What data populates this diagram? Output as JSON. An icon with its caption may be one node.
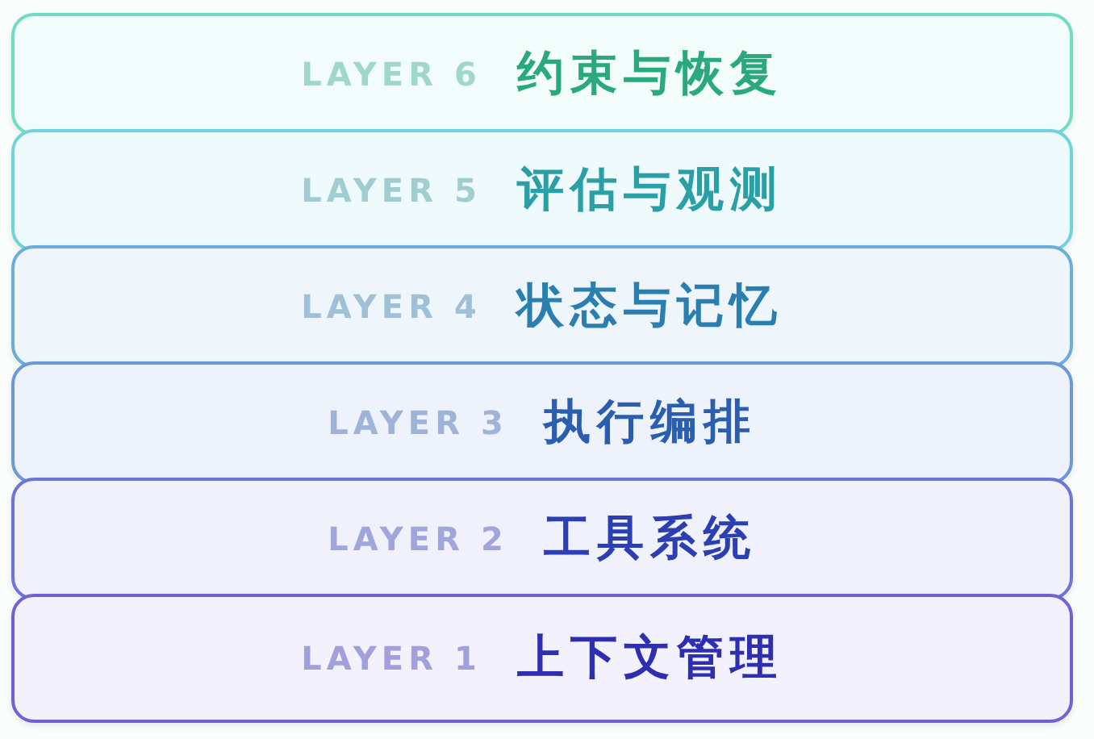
{
  "diagram": {
    "nodes": [
      {
        "text": [
          "LAYER 6",
          "约束与恢复"
        ]
      },
      {
        "text": [
          "LAYER 5",
          "评估与观测"
        ]
      },
      {
        "text": [
          "LAYER 4",
          "状态与记忆"
        ]
      },
      {
        "text": [
          "LAYER 3",
          "执行编排"
        ]
      },
      {
        "text": [
          "LAYER 2",
          "工具系统"
        ]
      },
      {
        "text": [
          "LAYER 1",
          "上下文管理"
        ]
      }
    ]
  }
}
